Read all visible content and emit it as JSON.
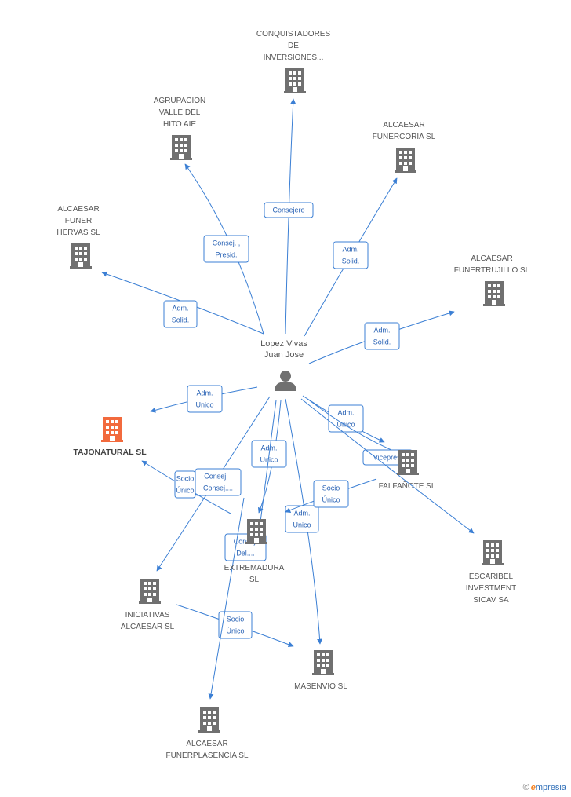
{
  "center": {
    "name_lines": [
      "Lopez Vivas",
      "Juan Jose"
    ]
  },
  "nodes": [
    {
      "id": "conquistadores",
      "label_lines": [
        "CONQUISTADORES",
        "DE",
        "INVERSIONES..."
      ]
    },
    {
      "id": "agrupacion",
      "label_lines": [
        "AGRUPACION",
        "VALLE DEL",
        "HITO AIE"
      ]
    },
    {
      "id": "funercoria",
      "label_lines": [
        "ALCAESAR",
        "FUNERCORIA SL"
      ]
    },
    {
      "id": "funerhervas",
      "label_lines": [
        "ALCAESAR",
        "FUNER",
        "HERVAS SL"
      ]
    },
    {
      "id": "funertrujillo",
      "label_lines": [
        "ALCAESAR",
        "FUNERTRUJILLO SL"
      ]
    },
    {
      "id": "tajonatural",
      "label_lines": [
        "TAJONATURAL SL"
      ],
      "focus": true
    },
    {
      "id": "falfanote",
      "label_lines": [
        "FALFAÑOTE SL"
      ]
    },
    {
      "id": "extremadura",
      "label_lines": [
        "EXTREMADURA",
        "SL"
      ]
    },
    {
      "id": "escaribel",
      "label_lines": [
        "ESCARIBEL",
        "INVESTMENT",
        "SICAV SA"
      ]
    },
    {
      "id": "iniciativas",
      "label_lines": [
        "INICIATIVAS",
        "ALCAESAR SL"
      ]
    },
    {
      "id": "masenvio",
      "label_lines": [
        "MASENVIO  SL"
      ]
    },
    {
      "id": "funerplasencia",
      "label_lines": [
        "ALCAESAR",
        "FUNERPLASENCIA SL"
      ]
    }
  ],
  "edges": [
    {
      "target": "conquistadores",
      "label_lines": [
        "Consejero"
      ]
    },
    {
      "target": "agrupacion",
      "label_lines": [
        "Consej. ,",
        "Presid."
      ]
    },
    {
      "target": "funercoria",
      "label_lines": [
        "Adm.",
        "Solid."
      ]
    },
    {
      "target": "funerhervas",
      "label_lines": [
        "Adm.",
        "Solid."
      ]
    },
    {
      "target": "funertrujillo",
      "label_lines": [
        "Adm.",
        "Solid."
      ]
    },
    {
      "target": "tajonatural",
      "label_lines": [
        "Adm.",
        "Unico"
      ]
    },
    {
      "target": "falfanote",
      "label_lines": [
        "Adm.",
        "Unico"
      ]
    },
    {
      "target": "falfanote",
      "label_lines": [
        "Vicepres."
      ]
    },
    {
      "target": "extremadura",
      "label_lines": [
        "Adm.",
        "Unico"
      ]
    },
    {
      "target": "extremadura",
      "label_lines": [
        "Consej.",
        "Del...."
      ]
    },
    {
      "target": "iniciativas",
      "label_lines": [
        "Consej. ,",
        "Consej...."
      ]
    },
    {
      "target": "tajonatural",
      "label_lines": [
        "Socio",
        "Único"
      ]
    },
    {
      "target": "masenvio",
      "label_lines": [
        "Adm.",
        "Unico"
      ]
    },
    {
      "target": "extremadura",
      "label_lines": [
        "Socio",
        "Único"
      ]
    },
    {
      "target": "escaribel",
      "label_lines": []
    },
    {
      "target": "masenvio",
      "label_lines": [
        "Socio",
        "Único"
      ]
    },
    {
      "target": "funerplasencia",
      "label_lines": []
    }
  ],
  "footer": {
    "copyright_symbol": "©",
    "brand_initial": "e",
    "brand_rest": "mpresia"
  },
  "colors": {
    "edge": "#3b7fd4",
    "building": "#707070",
    "focus_building": "#f26a3d"
  }
}
